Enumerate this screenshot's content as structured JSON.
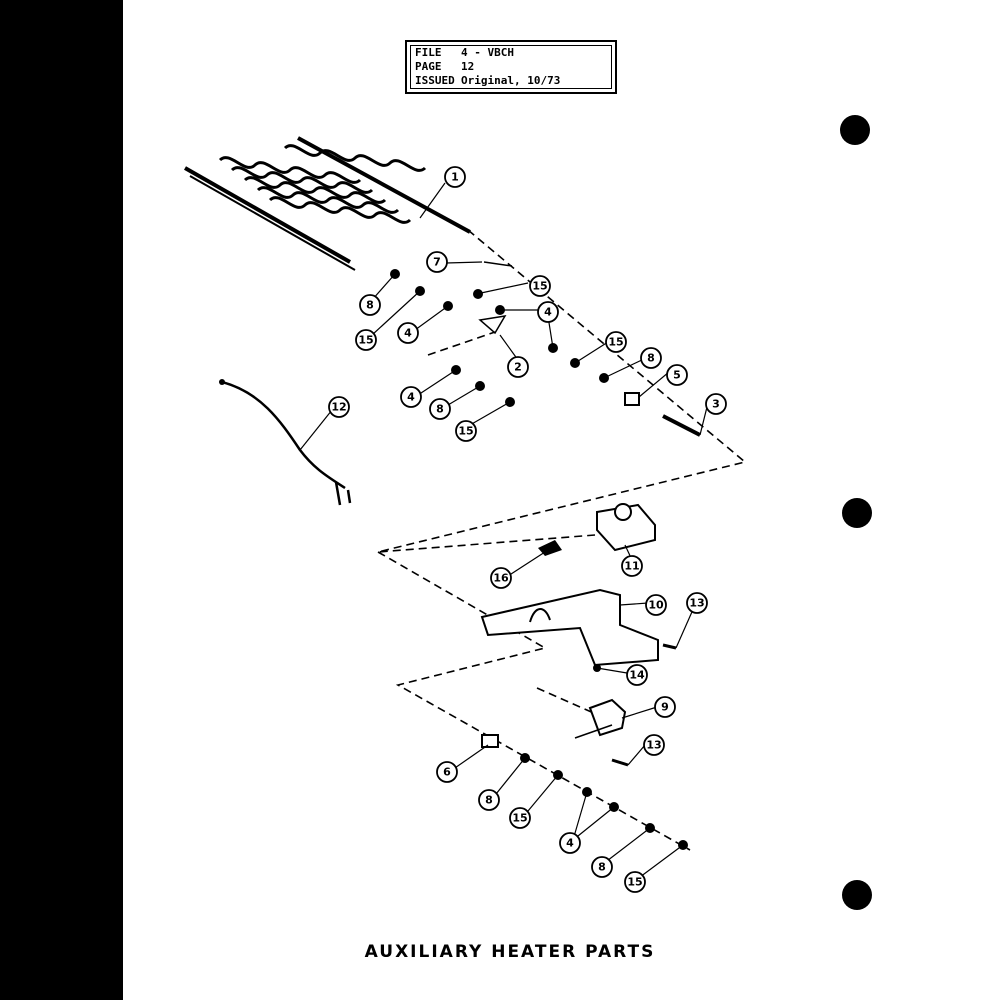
{
  "header": {
    "file_label": "FILE",
    "file_value": "4 - VBCH",
    "page_label": "PAGE",
    "page_value": "12",
    "issued_label": "ISSUED",
    "issued_value": "Original, 10/73"
  },
  "caption": "AUXILIARY HEATER PARTS",
  "callouts": {
    "c1": "1",
    "c2": "2",
    "c3": "3",
    "c4a": "4",
    "c4b": "4",
    "c4c": "4",
    "c4d": "4",
    "c5": "5",
    "c6": "6",
    "c7": "7",
    "c8a": "8",
    "c8b": "8",
    "c8c": "8",
    "c8d": "8",
    "c8e": "8",
    "c9": "9",
    "c10": "10",
    "c11": "11",
    "c12": "12",
    "c13a": "13",
    "c13b": "13",
    "c14": "14",
    "c15a": "15",
    "c15b": "15",
    "c15c": "15",
    "c15d": "15",
    "c15e": "15",
    "c15f": "15",
    "c16": "16"
  }
}
